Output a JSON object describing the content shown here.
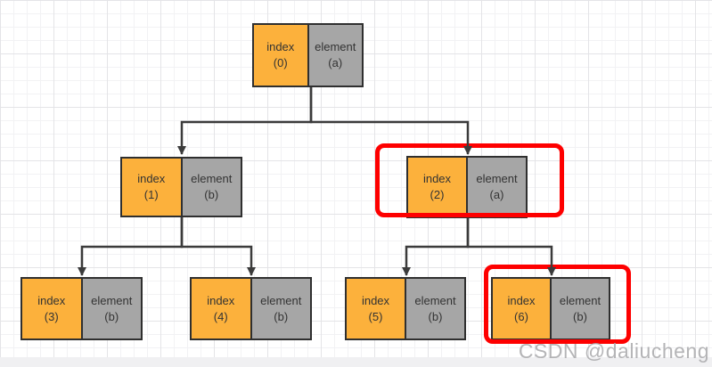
{
  "diagram": {
    "type": "binary-tree",
    "index_header": "index",
    "element_header": "element",
    "nodes": [
      {
        "index_label": "index",
        "index_value": "(0)",
        "element_label": "element",
        "element_value": "(a)",
        "highlighted": false
      },
      {
        "index_label": "index",
        "index_value": "(1)",
        "element_label": "element",
        "element_value": "(b)",
        "highlighted": false
      },
      {
        "index_label": "index",
        "index_value": "(2)",
        "element_label": "element",
        "element_value": "(a)",
        "highlighted": true
      },
      {
        "index_label": "index",
        "index_value": "(3)",
        "element_label": "element",
        "element_value": "(b)",
        "highlighted": false
      },
      {
        "index_label": "index",
        "index_value": "(4)",
        "element_label": "element",
        "element_value": "(b)",
        "highlighted": false
      },
      {
        "index_label": "index",
        "index_value": "(5)",
        "element_label": "element",
        "element_value": "(b)",
        "highlighted": false
      },
      {
        "index_label": "index",
        "index_value": "(6)",
        "element_label": "element",
        "element_value": "(b)",
        "highlighted": true
      }
    ],
    "edges": [
      {
        "from": 0,
        "to": 1
      },
      {
        "from": 0,
        "to": 2
      },
      {
        "from": 1,
        "to": 3
      },
      {
        "from": 1,
        "to": 4
      },
      {
        "from": 2,
        "to": 5
      },
      {
        "from": 2,
        "to": 6
      }
    ],
    "highlighted_nodes": [
      2,
      6
    ]
  },
  "colors": {
    "index_cell_fill": "#FCB13C",
    "element_cell_fill": "#A6A6A6",
    "node_border": "#2F2F2F",
    "connector": "#3B3B3B",
    "highlight_stroke": "#FE0000",
    "grid_minor": "#F2F2F4",
    "grid_major": "#E4E4E7",
    "watermark_text": "#A8A8AA"
  },
  "watermark": {
    "text": "CSDN @daliucheng"
  }
}
